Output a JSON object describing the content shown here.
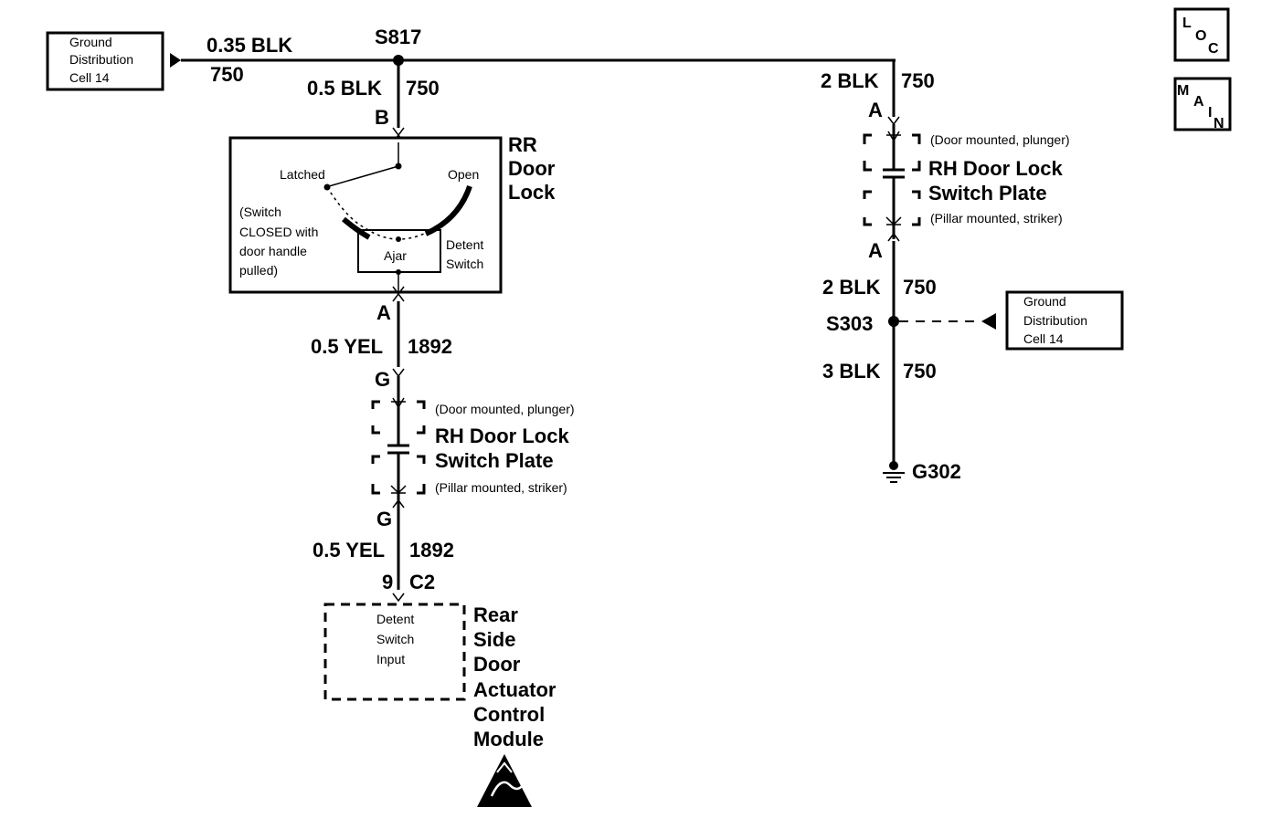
{
  "ground_box_left": {
    "line1": "Ground",
    "line2": "Distribution",
    "line3": "Cell 14"
  },
  "ground_box_right": {
    "line1": "Ground",
    "line2": "Distribution",
    "line3": "Cell 14"
  },
  "top_wire": {
    "gauge": "0.35 BLK",
    "circuit": "750"
  },
  "splice_s817": "S817",
  "splice_s303": "S303",
  "ground_g302": "G302",
  "loc_icon": {
    "l": "L",
    "o": "O",
    "c": "C"
  },
  "main_icon": {
    "m": "M",
    "a": "A",
    "i": "I",
    "n": "N"
  },
  "left_branch": {
    "wire1": {
      "gauge": "0.5 BLK",
      "circuit": "750"
    },
    "pin_b": "B",
    "door_lock_label": {
      "line1": "RR",
      "line2": "Door",
      "line3": "Lock"
    },
    "switch": {
      "latched": "Latched",
      "open": "Open",
      "ajar": "Ajar",
      "detent1": "Detent",
      "detent2": "Switch",
      "note1": "(Switch",
      "note2": "CLOSED with",
      "note3": "door handle",
      "note4": "pulled)"
    },
    "pin_a": "A",
    "wire2": {
      "gauge": "0.5 YEL",
      "circuit": "1892"
    },
    "pin_g_top": "G",
    "plate": {
      "door_mounted": "(Door mounted, plunger)",
      "name1": "RH Door Lock",
      "name2": "Switch Plate",
      "pillar_mounted": "(Pillar mounted, striker)"
    },
    "pin_g_bottom": "G",
    "wire3": {
      "gauge": "0.5 YEL",
      "circuit": "1892"
    },
    "pin_9": "9",
    "pin_c2": "C2",
    "module_box": {
      "line1": "Detent",
      "line2": "Switch",
      "line3": "Input"
    },
    "module_label": {
      "line1": "Rear",
      "line2": "Side",
      "line3": "Door",
      "line4": "Actuator",
      "line5": "Control",
      "line6": "Module"
    },
    "esd_icon": "esd-warning"
  },
  "right_branch": {
    "wire1": {
      "gauge": "2 BLK",
      "circuit": "750"
    },
    "pin_a_top": "A",
    "plate": {
      "door_mounted": "(Door mounted, plunger)",
      "name1": "RH Door Lock",
      "name2": "Switch Plate",
      "pillar_mounted": "(Pillar mounted, striker)"
    },
    "pin_a_bottom": "A",
    "wire2": {
      "gauge": "2 BLK",
      "circuit": "750"
    },
    "wire3": {
      "gauge": "3 BLK",
      "circuit": "750"
    }
  }
}
